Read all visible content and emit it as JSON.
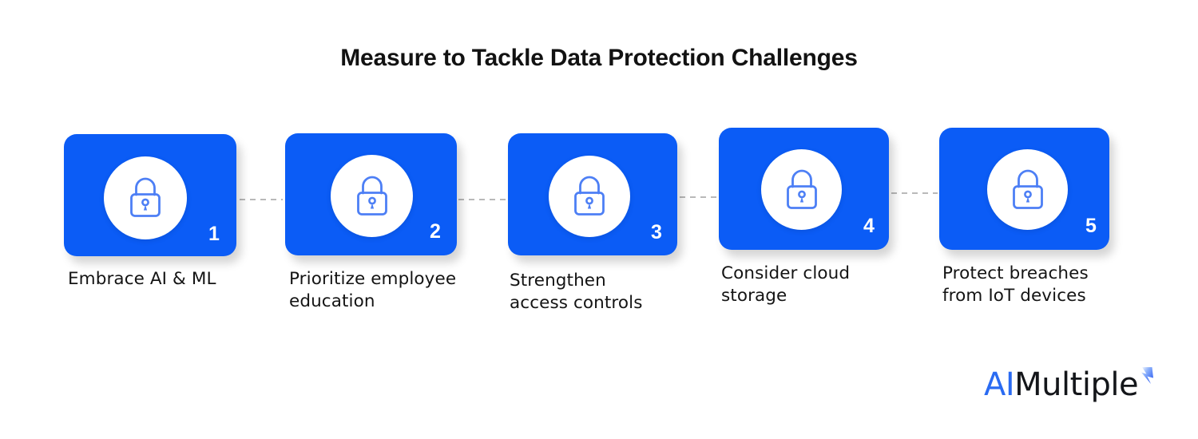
{
  "title": "Measure to Tackle Data Protection Challenges",
  "colors": {
    "card_blue": "#0B5CF6",
    "lock_stroke": "#4D7FF5",
    "circle_white": "#FFFFFF",
    "label_text": "#141414",
    "title_text": "#121212",
    "connector_grey": "#B9B9B9",
    "logo_blue": "#2A6BF2",
    "logo_black": "#14161A"
  },
  "steps": [
    {
      "number": "1",
      "label": "Embrace AI & ML",
      "icon": "padlock-icon"
    },
    {
      "number": "2",
      "label": "Prioritize employee\neducation",
      "icon": "padlock-icon"
    },
    {
      "number": "3",
      "label": "Strengthen\naccess controls",
      "icon": "padlock-icon"
    },
    {
      "number": "4",
      "label": "Consider cloud\nstorage",
      "icon": "padlock-icon"
    },
    {
      "number": "5",
      "label": "Protect breaches\nfrom IoT devices",
      "icon": "padlock-icon"
    }
  ],
  "logo": {
    "part_one": "AI",
    "part_two": "Multiple",
    "mark": "lightning-bolt-icon"
  }
}
